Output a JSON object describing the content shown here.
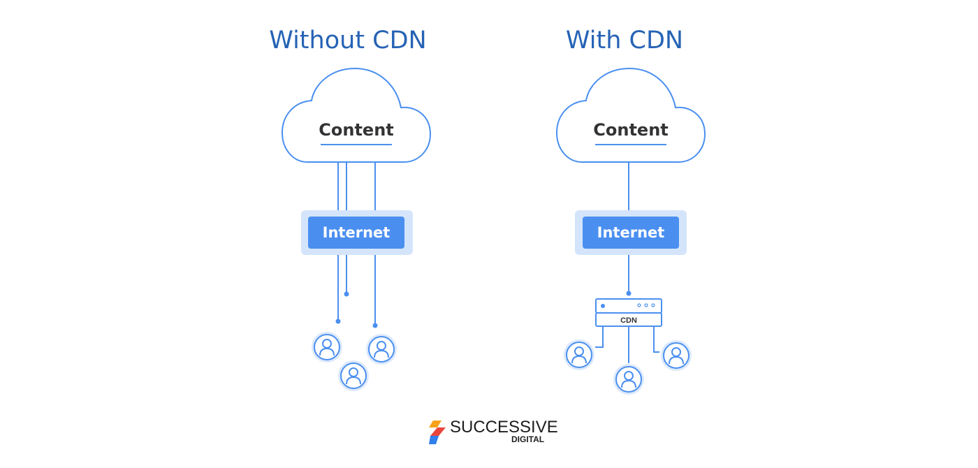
{
  "titles": {
    "left": "Without CDN",
    "right": "With CDN"
  },
  "labels": {
    "content": "Content",
    "internet": "Internet",
    "cdn": "CDN"
  },
  "logo": {
    "name": "SUCCESSIVE",
    "sub": "DIGITAL"
  },
  "colors": {
    "title": "#2663b5",
    "line": "#4a8ff0",
    "internet_fill": "#4a8ff0",
    "internet_glow": "#d4e5fb",
    "user_circle": "#dce9fb"
  }
}
